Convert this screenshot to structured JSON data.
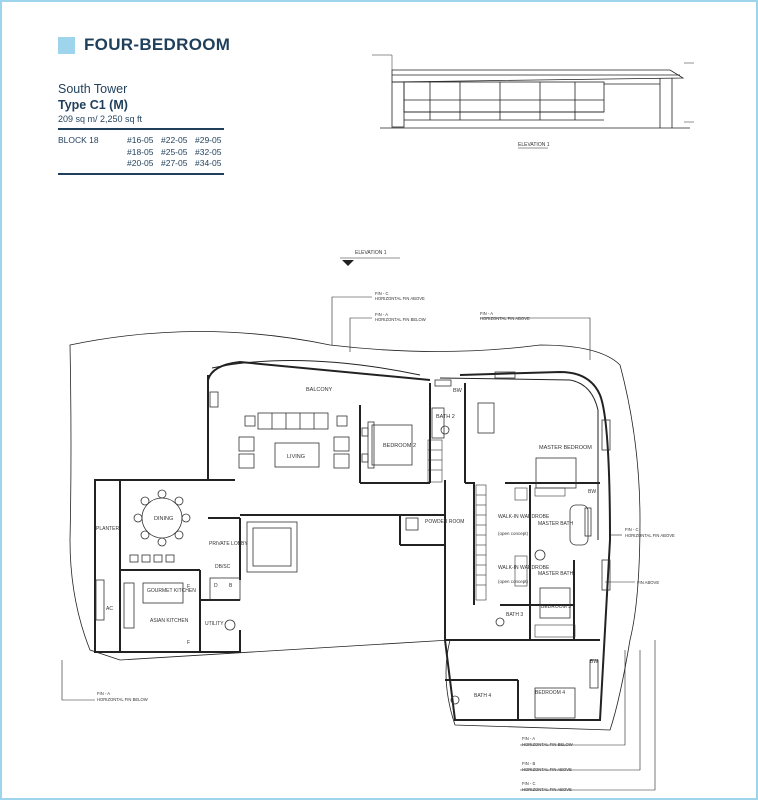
{
  "header": {
    "title": "FOUR-BEDROOM",
    "accent_color": "#9ed4ec"
  },
  "unit": {
    "tower": "South Tower",
    "type": "Type C1 (M)",
    "area": "209 sq m/ 2,250 sq ft",
    "block_label": "BLOCK 18",
    "unit_numbers": [
      [
        "#16-05",
        "#22-05",
        "#29-05"
      ],
      [
        "#18-05",
        "#25-05",
        "#32-05"
      ],
      [
        "#20-05",
        "#27-05",
        "#34-05"
      ]
    ]
  },
  "elevation": {
    "caption": "ELEVATION 1",
    "marker": "ELEVATION 1"
  },
  "rooms": {
    "balcony": "BALCONY",
    "living": "LIVING",
    "bedroom2": "BEDROOM 2",
    "bath2": "BATH 2",
    "master_bedroom": "MASTER BEDROOM",
    "dining": "DINING",
    "planter": "PLANTER",
    "private_lobby": "PRIVATE LOBBY",
    "db_sc": "DB/SC",
    "powder_room": "POWDER ROOM",
    "walkin_1": "WALK-IN WARDROBE",
    "walkin_1_note": "(open concept)",
    "walkin_2": "WALK-IN WARDROBE",
    "walkin_2_note": "(open concept)",
    "master_bath": "MASTER BATH",
    "gourmet_kitchen": "GOURMET KITCHEN",
    "asian_kitchen": "ASIAN KITCHEN",
    "utility": "UTILITY",
    "ac": "AC",
    "bath3": "BATH 3",
    "bedroom3": "BEDROOM 3",
    "bath4": "BATH 4",
    "bedroom4": "BEDROOM 4",
    "bw": "BW",
    "f": "F",
    "d": "D",
    "b": "B"
  },
  "callouts": {
    "fin_c": "FIN - C",
    "fin_a": "FIN - A",
    "fin_b": "FIN - B",
    "fin_above": "HORIZONTAL FIN ABOVE",
    "fin_below": "HORIZONTAL FIN BELOW",
    "fin_above_short": "FIN ABOVE"
  }
}
